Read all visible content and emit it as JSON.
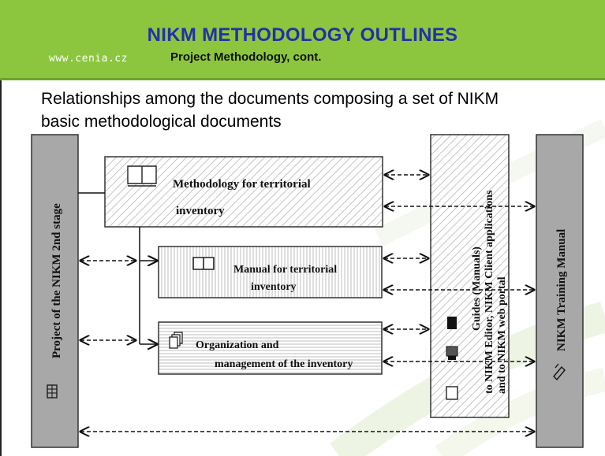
{
  "header": {
    "title": "NIKM METHODOLOGY OUTLINES",
    "url": "www.cenia.cz",
    "subtitle": "Project Methodology, cont."
  },
  "intro_text": "Relationships among the documents composing a set of NIKM  basic methodological documents",
  "diagram": {
    "left_column": "Project of the NIKM 2nd stage",
    "box_methodology": [
      "Methodology for territorial",
      "inventory"
    ],
    "box_manual": [
      "Manual for territorial",
      "inventory"
    ],
    "box_organization": [
      "Organization and",
      "management of the inventory"
    ],
    "guides_column": [
      "Guides (Manuals)",
      "to NIKM Editor, NIKM Client applications",
      "and   to NIKM web portal"
    ],
    "right_column": "NIKM Training Manual"
  },
  "colors": {
    "header_green": "#8cc63e",
    "title_blue": "#2330a8",
    "column_gray": "#a8a8a8",
    "hatch_gray": "#c9c9c9"
  },
  "icons": [
    "book-icon",
    "open-book-icon",
    "documents-icon",
    "cd-icon",
    "computer-icon",
    "floppy-icon",
    "pen-icon",
    "building-icon"
  ]
}
